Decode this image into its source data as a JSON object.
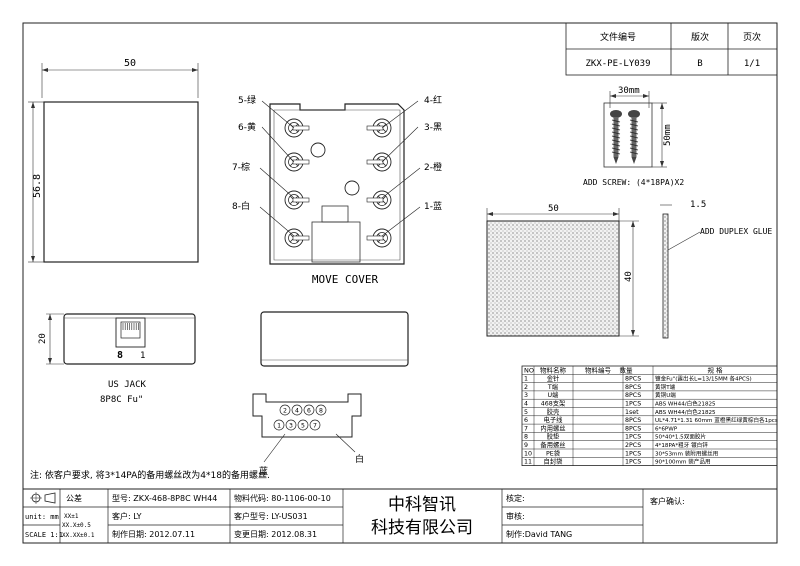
{
  "doc_header": {
    "col_labels": [
      "文件编号",
      "版次",
      "页次"
    ],
    "values": [
      "ZKX-PE-LY039",
      "B",
      "1/1"
    ]
  },
  "front_view": {
    "width_dim": "50",
    "height_dim": "56.8"
  },
  "move_cover": {
    "title": "MOVE COVER",
    "wire_labels": {
      "w5": "5-绿",
      "w4": "4-红",
      "w6": "6-黄",
      "w3": "3-黑",
      "w7": "7-棕",
      "w2": "2-橙",
      "w8": "8-白",
      "w1": "1-蓝"
    }
  },
  "screw": {
    "dim_w": "30mm",
    "dim_h": "50mm",
    "caption": "ADD SCREW: (4*18PA)X2"
  },
  "glue": {
    "width_dim": "50",
    "height_dim": "40",
    "thickness_dim": "1.5",
    "caption": "ADD DUPLEX GLUE"
  },
  "us_jack": {
    "height_dim": "20",
    "pin_left": "8",
    "pin_right": "1",
    "caption_1": "US JACK",
    "caption_2": "8P8C Fu\""
  },
  "connector": {
    "pins": [
      "2",
      "4",
      "6",
      "8",
      "1",
      "3",
      "5",
      "7"
    ],
    "label_blue": "蓝",
    "label_white": "白"
  },
  "bom": {
    "headers": [
      "NO",
      "物料名称",
      "物料编号",
      "数量",
      "规 格"
    ],
    "rows": [
      {
        "no": "1",
        "name": "金针",
        "code": "",
        "qty": "8PCS",
        "spec": "镀金Fu\"(露出长L=13/15MM 各4PCS)"
      },
      {
        "no": "2",
        "name": "T端",
        "code": "",
        "qty": "8PCS",
        "spec": "黄铜T端"
      },
      {
        "no": "3",
        "name": "U端",
        "code": "",
        "qty": "8PCS",
        "spec": "黄铜U端"
      },
      {
        "no": "4",
        "name": "468支架",
        "code": "",
        "qty": "1PCS",
        "spec": "ABS WH44/白色21825"
      },
      {
        "no": "5",
        "name": "胶壳",
        "code": "",
        "qty": "1set",
        "spec": "ABS WH44/白色21825"
      },
      {
        "no": "6",
        "name": "电子线",
        "code": "",
        "qty": "8PCS",
        "spec": "UL*4.71*1.31 60mm 蓝橙黑红绿黄棕白各1pcs"
      },
      {
        "no": "7",
        "name": "内用螺丝",
        "code": "",
        "qty": "8PCS",
        "spec": "6*6PWP"
      },
      {
        "no": "8",
        "name": "胶垫",
        "code": "",
        "qty": "1PCS",
        "spec": "50*40*1.5双面胶片"
      },
      {
        "no": "9",
        "name": "备用螺丝",
        "code": "",
        "qty": "2PCS",
        "spec": "4*18PA*粗牙 镀白锌"
      },
      {
        "no": "10",
        "name": "PE袋",
        "code": "",
        "qty": "1PCS",
        "spec": "30*53mm 装附用螺丝用"
      },
      {
        "no": "11",
        "name": "自封袋",
        "code": "",
        "qty": "1PCS",
        "spec": "90*100mm 装产品用"
      }
    ]
  },
  "note": "注: 依客户要求, 将3*14PA的备用螺丝改为4*18的备用螺丝.",
  "title_block": {
    "tolerance_label": "公差",
    "unit_label": "unit: mm",
    "tol_values": [
      "XX±1",
      "XX.X±0.5",
      "XX.XX±0.1"
    ],
    "scale": "SCALE 1:1",
    "model": "型号: ZKX-468-8P8C WH44",
    "part_code": "物料代码: 80-1106-00-10",
    "customer": "客户: LY",
    "customer_model": "客户型号: LY-US031",
    "made_date": "制作日期: 2012.07.11",
    "change_date": "变更日期: 2012.08.31",
    "company_1": "中科智讯",
    "company_2": "科技有限公司",
    "approve": "核定:",
    "review": "审核:",
    "maker": "制作:David TANG",
    "customer_confirm": "客户确认:"
  },
  "icons": {
    "projection": "projection-symbol-icon"
  }
}
